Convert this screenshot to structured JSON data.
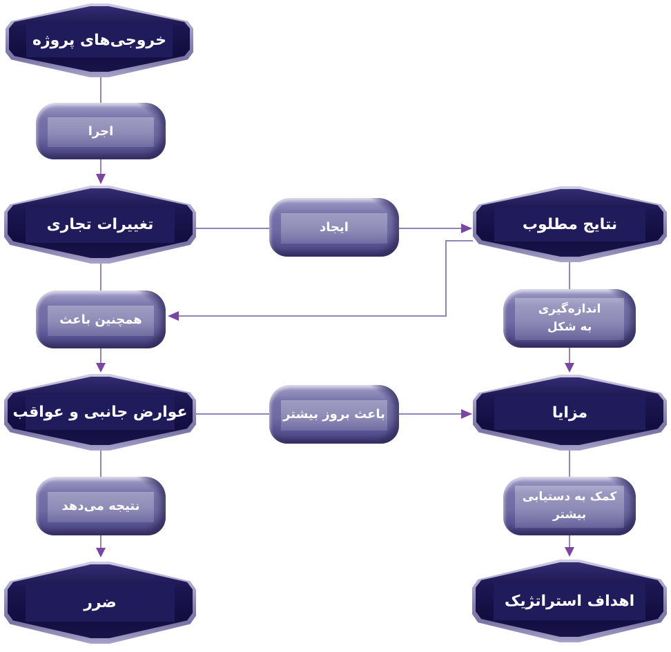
{
  "diagram_type": "flowchart",
  "language": "fa",
  "nodes": {
    "project_outputs": {
      "label": "خروجی‌های پروژه",
      "shape": "hexagon"
    },
    "execution": {
      "label": "اجرا",
      "shape": "connector-box"
    },
    "business_changes": {
      "label": "تغییرات تجاری",
      "shape": "hexagon"
    },
    "create": {
      "label": "ایجاد",
      "shape": "connector-box"
    },
    "desired_results": {
      "label": "نتایج مطلوب",
      "shape": "hexagon"
    },
    "also_causes": {
      "label": "همچنین باعث",
      "shape": "connector-box"
    },
    "measurement": {
      "label": "اندازه‌گیری\nبه شکل",
      "shape": "connector-box"
    },
    "side_effects": {
      "label": "عوارض جانبی و عواقب",
      "shape": "hexagon"
    },
    "causes_more": {
      "label": "باعث بروز بیشتر",
      "shape": "connector-box"
    },
    "benefits": {
      "label": "مزایا",
      "shape": "hexagon"
    },
    "results_in": {
      "label": "نتیجه می‌دهد",
      "shape": "connector-box"
    },
    "help_achieve": {
      "label": "کمک به دستیابی\nبیشتر",
      "shape": "connector-box"
    },
    "loss": {
      "label": "ضرر",
      "shape": "hexagon"
    },
    "strategic_goals": {
      "label": "اهداف استراتژیک",
      "shape": "hexagon"
    }
  },
  "edges": [
    "project_outputs -> execution",
    "execution -> business_changes",
    "business_changes -> create -> desired_results",
    "desired_results -> also_causes (feedback)",
    "business_changes -> also_causes",
    "also_causes -> side_effects",
    "desired_results -> measurement",
    "measurement -> benefits",
    "side_effects -> causes_more -> benefits",
    "side_effects -> results_in",
    "results_in -> loss",
    "benefits -> help_achieve",
    "help_achieve -> strategic_goals"
  ],
  "colors": {
    "background": "#ffffff",
    "hex_body_dark": "#120e40",
    "hex_body_mid": "#1b1650",
    "hex_panel": "#201c5b",
    "box_body": "#6f6ba3",
    "box_panel": "#928ec0",
    "line": "#9182b8",
    "arrow": "#7a46a3",
    "text": "#ffffff"
  }
}
